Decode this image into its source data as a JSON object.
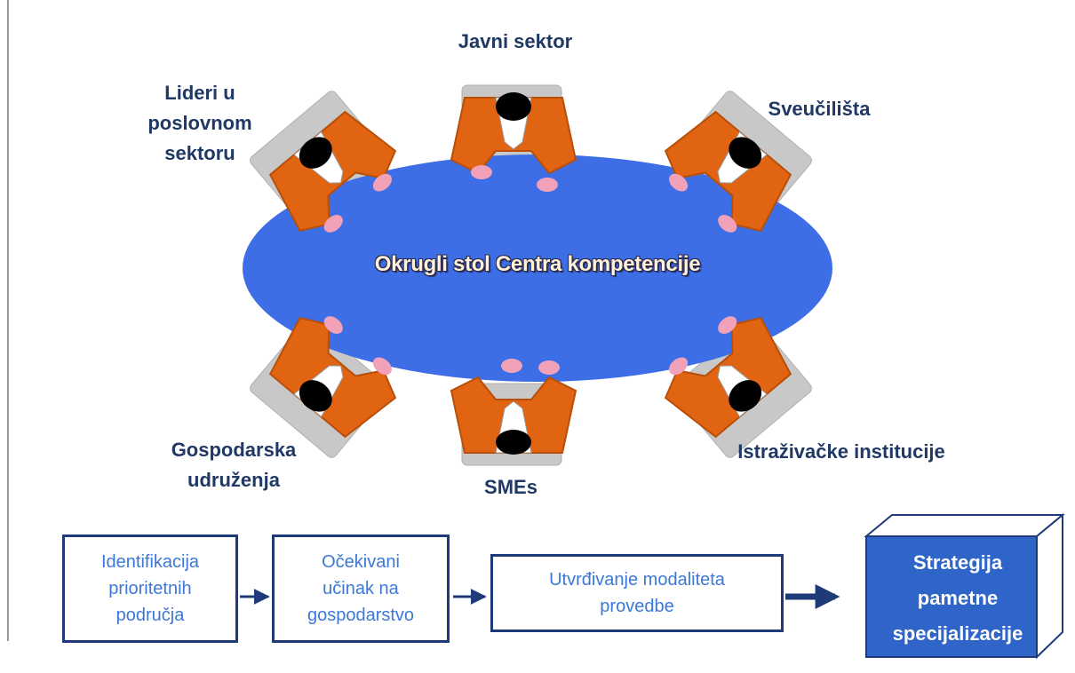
{
  "table": {
    "title": "Okrugli stol Centra kompetencije",
    "color": "#3d6ee6"
  },
  "participants": [
    {
      "id": "top",
      "label_lines": [
        "Javni sektor"
      ]
    },
    {
      "id": "top-left",
      "label_lines": [
        "Lideri u",
        "poslovnom",
        "sektoru"
      ]
    },
    {
      "id": "top-right",
      "label_lines": [
        "Sveučilišta"
      ]
    },
    {
      "id": "bottom-left",
      "label_lines": [
        "Gospodarska",
        "udruženja"
      ]
    },
    {
      "id": "bottom",
      "label_lines": [
        "SMEs"
      ]
    },
    {
      "id": "bottom-right",
      "label_lines": [
        "Istraživačke institucije"
      ]
    }
  ],
  "process": {
    "steps": [
      {
        "lines": [
          "Identifikacija",
          "prioritetnih",
          "područja"
        ]
      },
      {
        "lines": [
          "Očekivani",
          "učinak na",
          "gospodarstvo"
        ]
      },
      {
        "lines": [
          "Utvrđivanje modaliteta",
          "provedbe"
        ]
      }
    ],
    "result": {
      "lines": [
        "Strategija",
        "pametne",
        "specijalizacije"
      ]
    }
  },
  "colors": {
    "person": "#e06412",
    "hands": "#f2a2b8",
    "chair": "#c8c8c8",
    "text_dark": "#1f3864",
    "text_blue": "#3c78d8",
    "box_border": "#1f3a78",
    "result_fill": "#2f65c9"
  }
}
